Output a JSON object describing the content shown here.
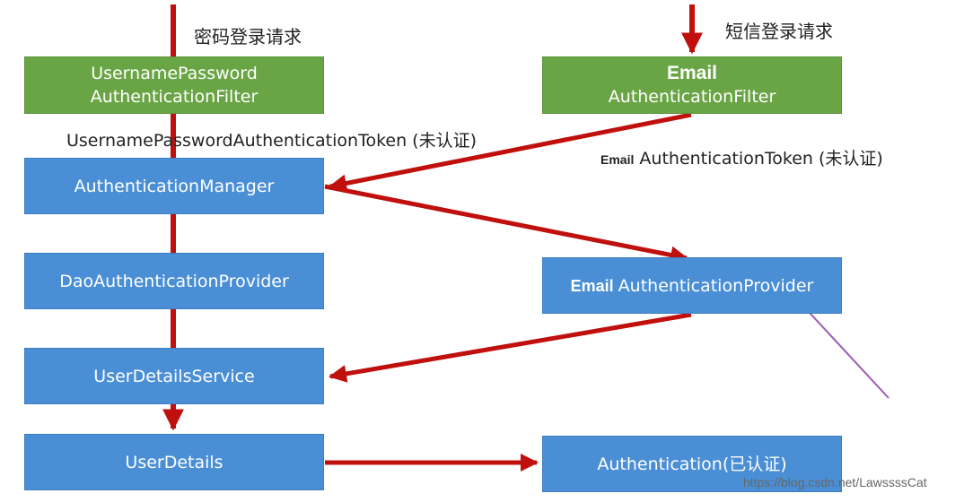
{
  "left_flow": {
    "title": "密码登录请求",
    "filter_line1": "UsernamePassword",
    "filter_line2": "AuthenticationFilter",
    "token_label": "UsernamePasswordAuthenticationToken (未认证)",
    "manager": "AuthenticationManager",
    "provider": "DaoAuthenticationProvider",
    "details_service": "UserDetailsService",
    "user_details": "UserDetails"
  },
  "right_flow": {
    "title": "短信登录请求",
    "filter_prefix": "Email",
    "filter_line2": "AuthenticationFilter",
    "token_prefix": "Email",
    "token_label": "AuthenticationToken (未认证)",
    "provider_prefix": "Email",
    "provider": "AuthenticationProvider",
    "authentication": "Authentication(已认证)"
  },
  "watermark": "https://blog.csdn.net/LawssssCat",
  "colors": {
    "filter_green": "#6aa545",
    "box_blue": "#4a8fd5",
    "arrow_red": "#c0100d",
    "annotation_purple": "#9b59b6"
  }
}
